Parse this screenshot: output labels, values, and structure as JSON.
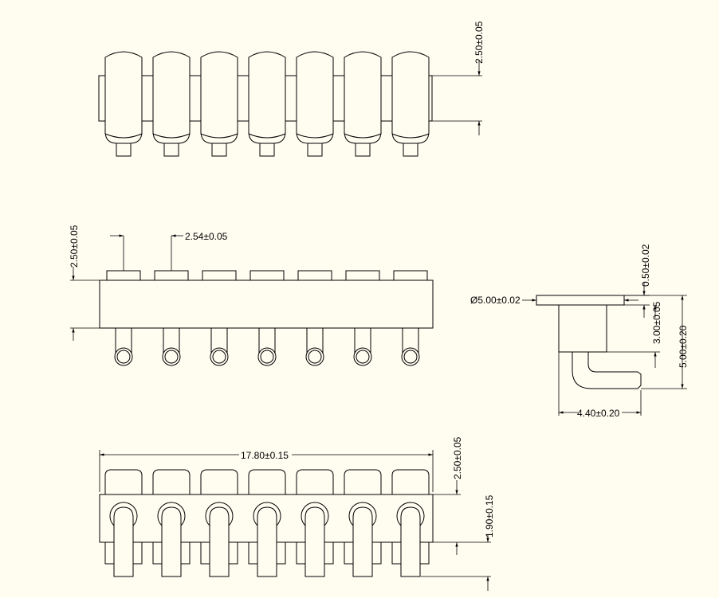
{
  "drawing": {
    "pin_count": 7,
    "dimensions": {
      "top_view_height": "2.50±0.05",
      "side_view_height": "2.50±0.05",
      "pitch": "2.54±0.05",
      "head_diameter": "Ø5.00±0.02",
      "head_thickness": "0.50±0.02",
      "body_height": "3.00±0.05",
      "overall_height": "5.00±0.20",
      "foot_width": "4.40±0.20",
      "overall_length": "17.80±0.15",
      "front_height": "2.50±0.05",
      "front_offset": "1.90±0.15"
    }
  }
}
